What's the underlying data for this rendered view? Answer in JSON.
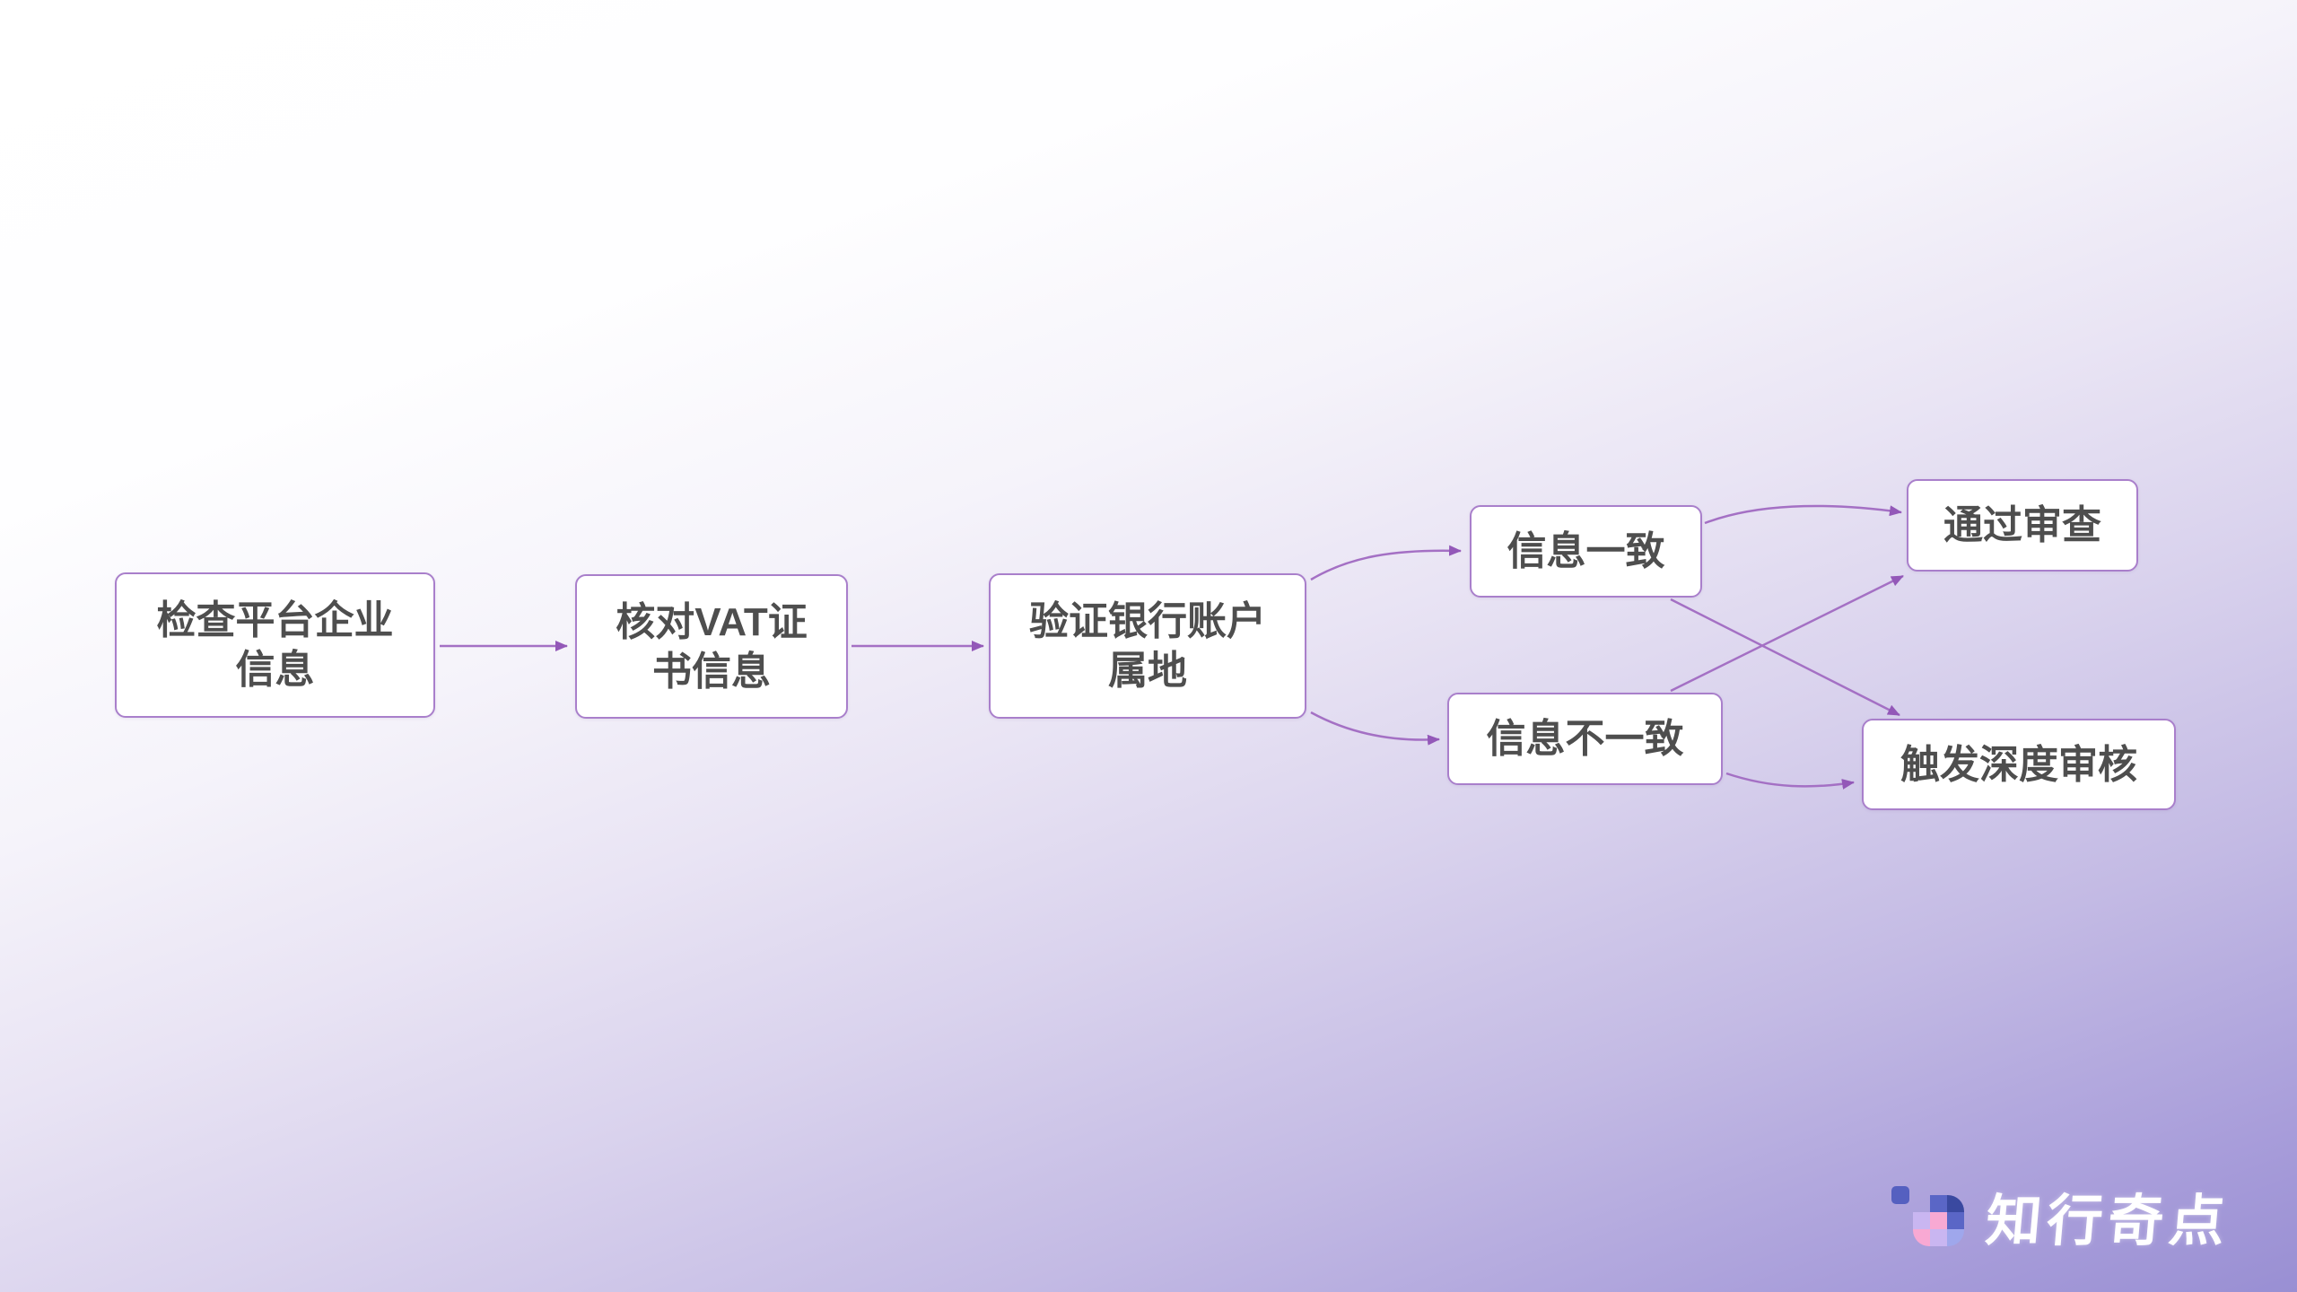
{
  "diagram": {
    "type": "flowchart",
    "direction": "left-to-right",
    "nodes": [
      {
        "id": "check_platform",
        "label": "检查平台企业信息"
      },
      {
        "id": "verify_vat",
        "label": "核对VAT证书信息"
      },
      {
        "id": "verify_bank",
        "label": "验证银行账户属地"
      },
      {
        "id": "info_match",
        "label": "信息一致"
      },
      {
        "id": "info_mismatch",
        "label": "信息不一致"
      },
      {
        "id": "pass_review",
        "label": "通过审查"
      },
      {
        "id": "deep_review",
        "label": "触发深度审核"
      }
    ],
    "edges": [
      {
        "from": "check_platform",
        "to": "verify_vat"
      },
      {
        "from": "verify_vat",
        "to": "verify_bank"
      },
      {
        "from": "verify_bank",
        "to": "info_match"
      },
      {
        "from": "verify_bank",
        "to": "info_mismatch"
      },
      {
        "from": "info_match",
        "to": "pass_review"
      },
      {
        "from": "info_match",
        "to": "deep_review"
      },
      {
        "from": "info_mismatch",
        "to": "pass_review"
      },
      {
        "from": "info_mismatch",
        "to": "deep_review"
      }
    ],
    "colors": {
      "node_background": "#ffffff",
      "node_border": "#a97fcb",
      "node_text": "#4e4e4e",
      "edge_line": "#a470c4",
      "edge_arrowhead": "#9358b8"
    }
  },
  "background": {
    "gradient_start": "#ffffff",
    "gradient_end": "#998fd3"
  },
  "brand": {
    "logo_text": "知行奇点",
    "logo_colors": {
      "detached_square": "#5560c0",
      "dark_navy": "#3a49a0",
      "blue": "#5a66c6",
      "lavender": "#c9b6f1",
      "pink": "#f8a9d3",
      "periwinkle": "#9fa7ec",
      "text": "#ffffff"
    }
  }
}
